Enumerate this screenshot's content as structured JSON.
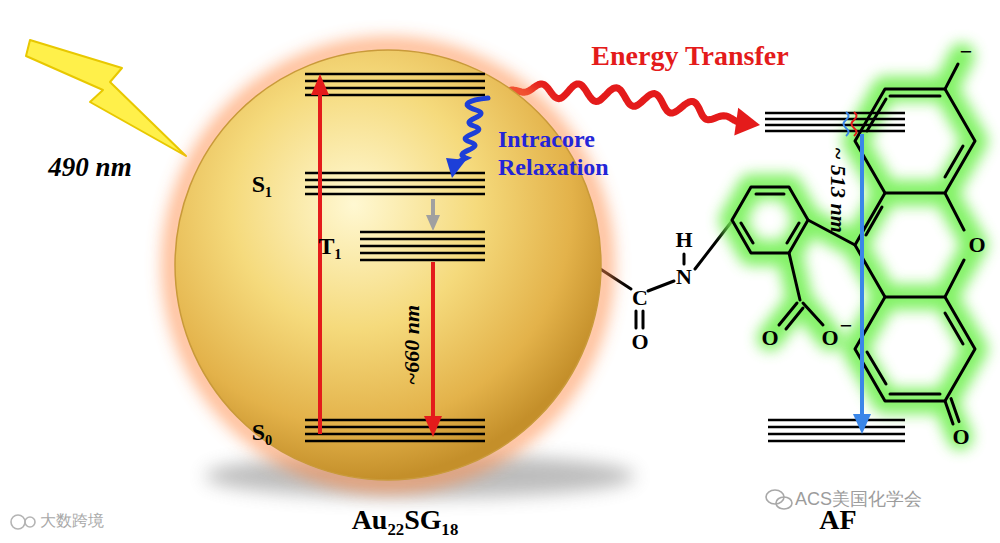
{
  "diagram": {
    "nodes": [
      {
        "text": [
          "Au₂₂SG₁₈"
        ]
      },
      {
        "text": [
          "AF"
        ]
      }
    ],
    "edges": [
      {
        "from": 0,
        "to": 1,
        "arrow": "to",
        "label": "Energy Transfer"
      }
    ],
    "labels": [
      "490 nm",
      "S₁",
      "T₁",
      "S₀",
      "Intracore Relaxation",
      "~660 nm",
      "~ 513 nm",
      "H",
      "N",
      "C",
      "O",
      "O",
      "O",
      "O",
      "O",
      "−",
      "−",
      "ACS美国化学会",
      "大数跨境"
    ]
  }
}
